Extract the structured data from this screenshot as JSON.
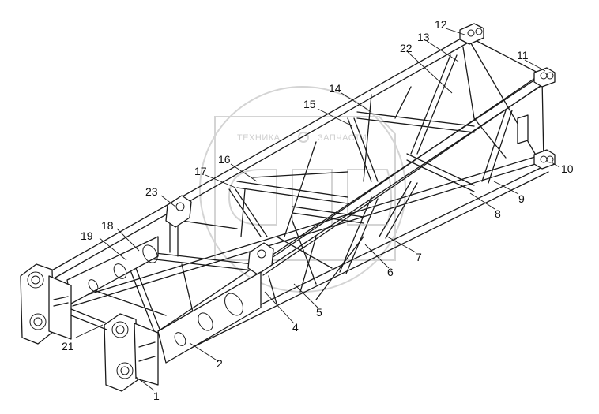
{
  "colors": {
    "line": "#1a1a1a",
    "watermark": "#d4d4d4",
    "background": "#ffffff"
  },
  "watermark": {
    "line1": "ТЕХНИКА",
    "line2": "ЗАПЧАСТИ",
    "logo": "ЭПО"
  },
  "callouts": [
    {
      "id": "1",
      "text": "1"
    },
    {
      "id": "2",
      "text": "2"
    },
    {
      "id": "4",
      "text": "4"
    },
    {
      "id": "5",
      "text": "5"
    },
    {
      "id": "6",
      "text": "6"
    },
    {
      "id": "7",
      "text": "7"
    },
    {
      "id": "8",
      "text": "8"
    },
    {
      "id": "9",
      "text": "9"
    },
    {
      "id": "10",
      "text": "10"
    },
    {
      "id": "11",
      "text": "11"
    },
    {
      "id": "12",
      "text": "12"
    },
    {
      "id": "13",
      "text": "13"
    },
    {
      "id": "14",
      "text": "14"
    },
    {
      "id": "15",
      "text": "15"
    },
    {
      "id": "16",
      "text": "16"
    },
    {
      "id": "17",
      "text": "17"
    },
    {
      "id": "18",
      "text": "18"
    },
    {
      "id": "19",
      "text": "19"
    },
    {
      "id": "21",
      "text": "21"
    },
    {
      "id": "22",
      "text": "22"
    },
    {
      "id": "23",
      "text": "23"
    }
  ]
}
